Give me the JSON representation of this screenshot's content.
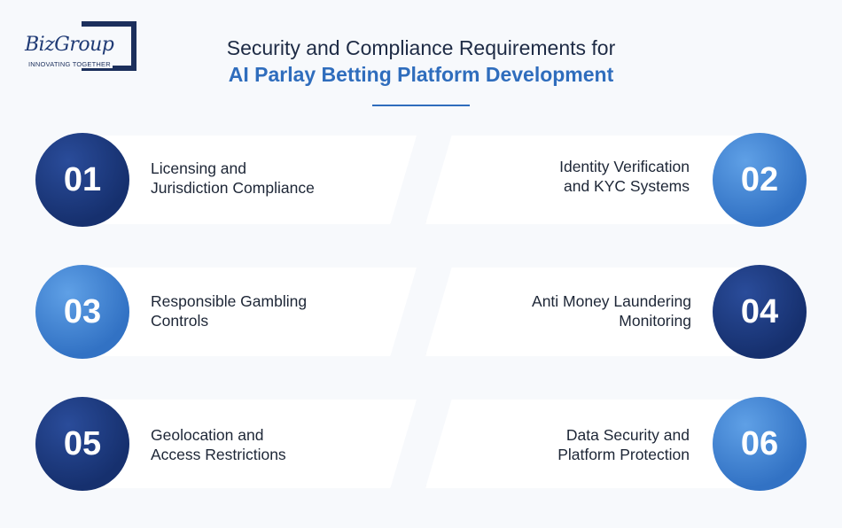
{
  "logo": {
    "name": "BizGroup",
    "tagline": "INNOVATING TOGETHER"
  },
  "title": {
    "line1": "Security and Compliance Requirements for",
    "line2": "AI Parlay Betting Platform Development"
  },
  "colors": {
    "dark_blue": "#16306e",
    "light_blue": "#3272c4",
    "accent": "#2f6dbd"
  },
  "items": [
    {
      "num": "01",
      "line1": "Licensing and",
      "line2": "Jurisdiction Compliance"
    },
    {
      "num": "02",
      "line1": "Identity Verification",
      "line2": "and KYC Systems"
    },
    {
      "num": "03",
      "line1": "Responsible Gambling",
      "line2": "Controls"
    },
    {
      "num": "04",
      "line1": "Anti Money Laundering",
      "line2": "Monitoring"
    },
    {
      "num": "05",
      "line1": "Geolocation and",
      "line2": "Access Restrictions"
    },
    {
      "num": "06",
      "line1": "Data Security and",
      "line2": "Platform Protection"
    }
  ]
}
